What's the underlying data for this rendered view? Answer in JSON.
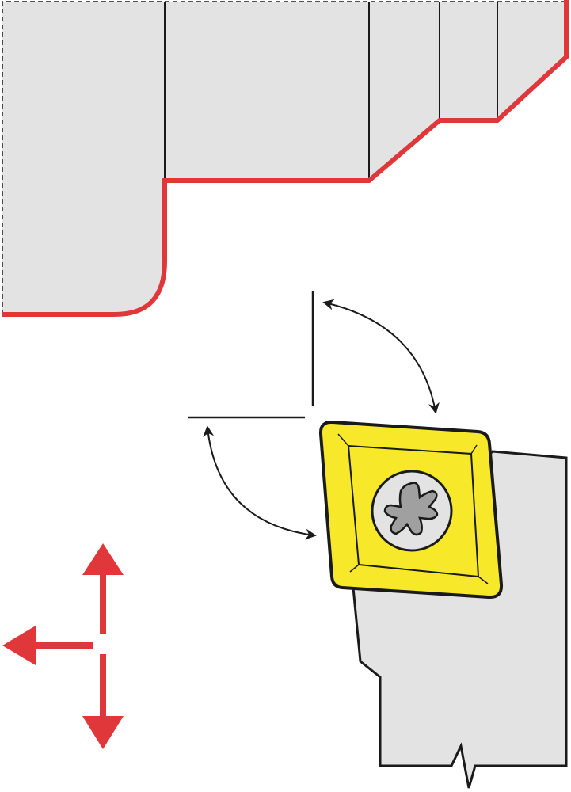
{
  "diagram": {
    "colors": {
      "workpiece": "#e3e3e3",
      "profile": "#e0383a",
      "insert": "#f7e82a",
      "holder": "#e3e3e3",
      "screw": "#a0a0a0",
      "outline": "#1a1a1a",
      "feed_arrows": "#e0383a"
    },
    "icons": [
      "workpiece",
      "cut-profile",
      "angle-arrow",
      "angle-arrow",
      "insert",
      "torx-screw",
      "tool-holder",
      "feed-direction-arrows"
    ]
  }
}
